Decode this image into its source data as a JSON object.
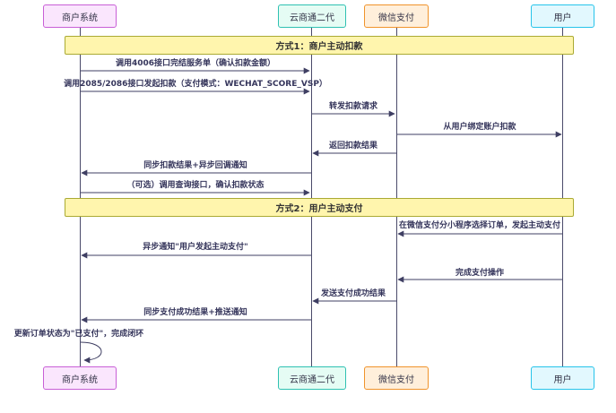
{
  "diagram_type": "sequence-diagram",
  "participants": [
    {
      "label": "商户系统",
      "border": "#C85FD6",
      "fill": "#FAE6FD"
    },
    {
      "label": "云商通二代",
      "border": "#2FC1B2",
      "fill": "#E5FCF4"
    },
    {
      "label": "微信支付",
      "border": "#F0932B",
      "fill": "#FFEFDB"
    },
    {
      "label": "用户",
      "border": "#27C4EA",
      "fill": "#E2F8FE"
    }
  ],
  "sections": [
    {
      "title": "方式1：商户主动扣款"
    },
    {
      "title": "方式2：用户主动支付"
    }
  ],
  "messages": [
    {
      "from": "商户系统",
      "to": "云商通二代",
      "text": "调用4006接口完结服务单（确认扣款金额）"
    },
    {
      "from": "商户系统",
      "to": "云商通二代",
      "text": "调用2085/2086接口发起扣款（支付模式：WECHAT_SCORE_VSP）"
    },
    {
      "from": "云商通二代",
      "to": "微信支付",
      "text": "转发扣款请求"
    },
    {
      "from": "微信支付",
      "to": "用户",
      "text": "从用户绑定账户扣款"
    },
    {
      "from": "微信支付",
      "to": "云商通二代",
      "text": "返回扣款结果"
    },
    {
      "from": "云商通二代",
      "to": "商户系统",
      "text": "同步扣款结果+异步回调通知"
    },
    {
      "from": "商户系统",
      "to": "云商通二代",
      "text": "（可选）调用查询接口，确认扣款状态"
    },
    {
      "from": "用户",
      "to": "微信支付",
      "text": "在微信支付分小程序选择订单，发起主动支付"
    },
    {
      "from": "云商通二代",
      "to": "商户系统",
      "text": "异步通知\"用户发起主动支付\""
    },
    {
      "from": "用户",
      "to": "微信支付",
      "text": "完成支付操作"
    },
    {
      "from": "微信支付",
      "to": "云商通二代",
      "text": "发送支付成功结果"
    },
    {
      "from": "云商通二代",
      "to": "商户系统",
      "text": "同步支付成功结果+推送通知"
    },
    {
      "from": "商户系统",
      "to": "商户系统",
      "text": "更新订单状态为\"已支付\"，完成闭环"
    }
  ],
  "colors": {
    "background": "#FFFFFF",
    "line": "#3F3F63",
    "text": "#35355B",
    "banner_fill": "#FFF5AD",
    "banner_border": "#AAAA33"
  }
}
